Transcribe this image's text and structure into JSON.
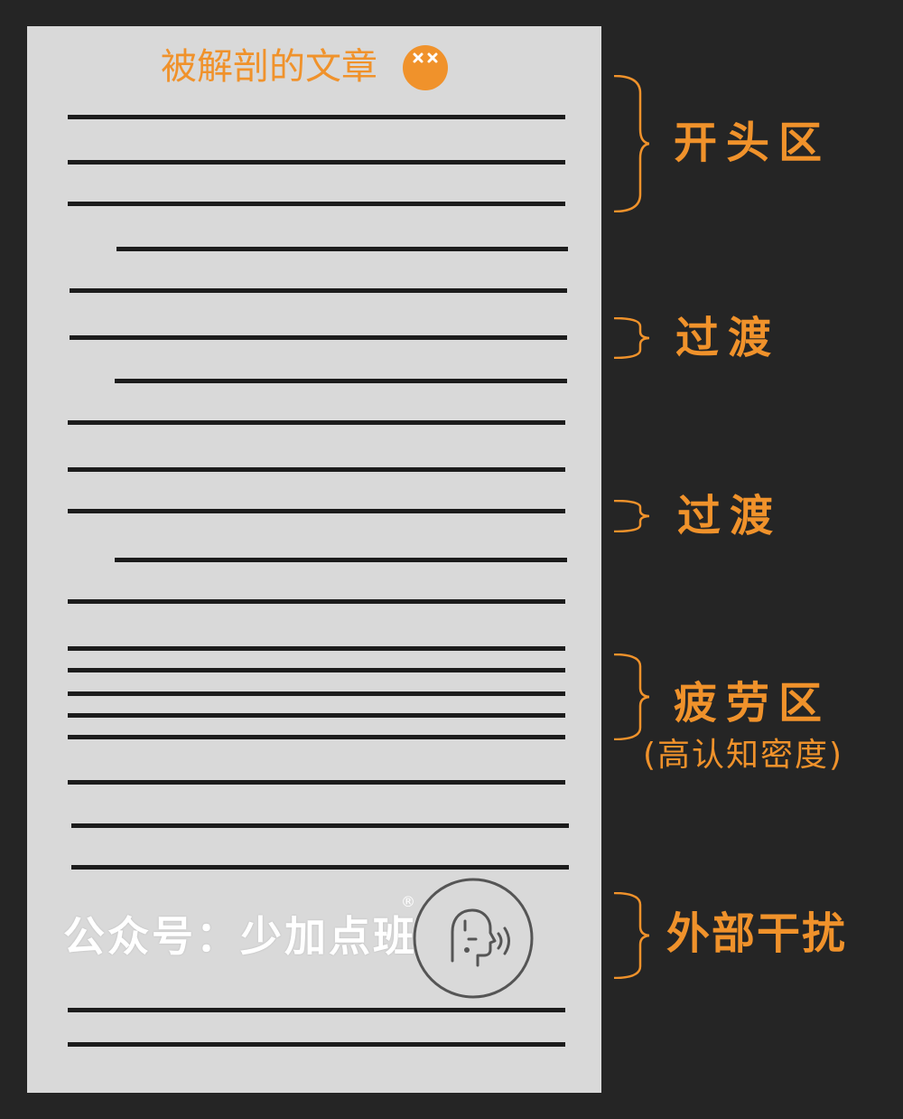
{
  "document": {
    "title": "被解剖的文章",
    "title_icon": "dizzy-face-emoji-icon",
    "accent_color": "#f0922b",
    "paper_color": "#d9d9d9",
    "line_color": "#1c1c1c",
    "background_color": "#252525"
  },
  "watermark": {
    "text": "公众号：少加点班",
    "registered_mark": "®",
    "logo_icon": "speaking-head-icon"
  },
  "annotations": [
    {
      "label": "开头区"
    },
    {
      "label": "过渡"
    },
    {
      "label": "过渡"
    },
    {
      "label": "疲劳区",
      "sublabel": "(高认知密度)"
    },
    {
      "label": "外部干扰"
    }
  ]
}
